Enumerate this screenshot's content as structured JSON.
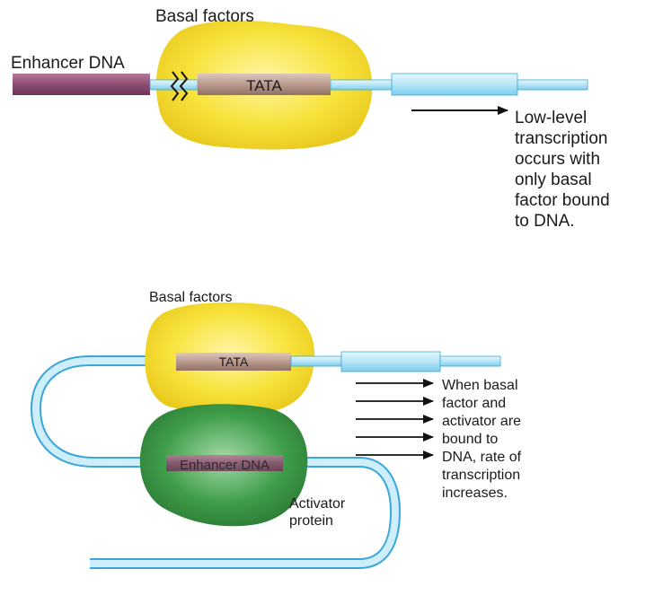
{
  "top_panel": {
    "basal_factors_label": "Basal factors",
    "enhancer_dna_label": "Enhancer DNA",
    "tata_label": "TATA",
    "note_lines": [
      "Low-level",
      "transcription",
      "occurs with",
      "only basal",
      "factor bound",
      "to DNA."
    ]
  },
  "bottom_panel": {
    "basal_factors_label": "Basal factors",
    "tata_label": "TATA",
    "enhancer_dna_label": "Enhancer DNA",
    "activator_lines": [
      "Activator",
      "protein"
    ],
    "note_lines": [
      "When basal",
      "factor and",
      "activator are",
      "bound to",
      "DNA, rate of",
      "transcription",
      "increases."
    ]
  },
  "colors": {
    "dna_blue": "#b8e6f7",
    "dna_outline": "#3aa7d8",
    "enhancer_purple": "#8e4d72",
    "tata_brown": "#b99a8d",
    "basal_yellow": "#f7e23a",
    "activator_green": "#3f9e4a"
  }
}
